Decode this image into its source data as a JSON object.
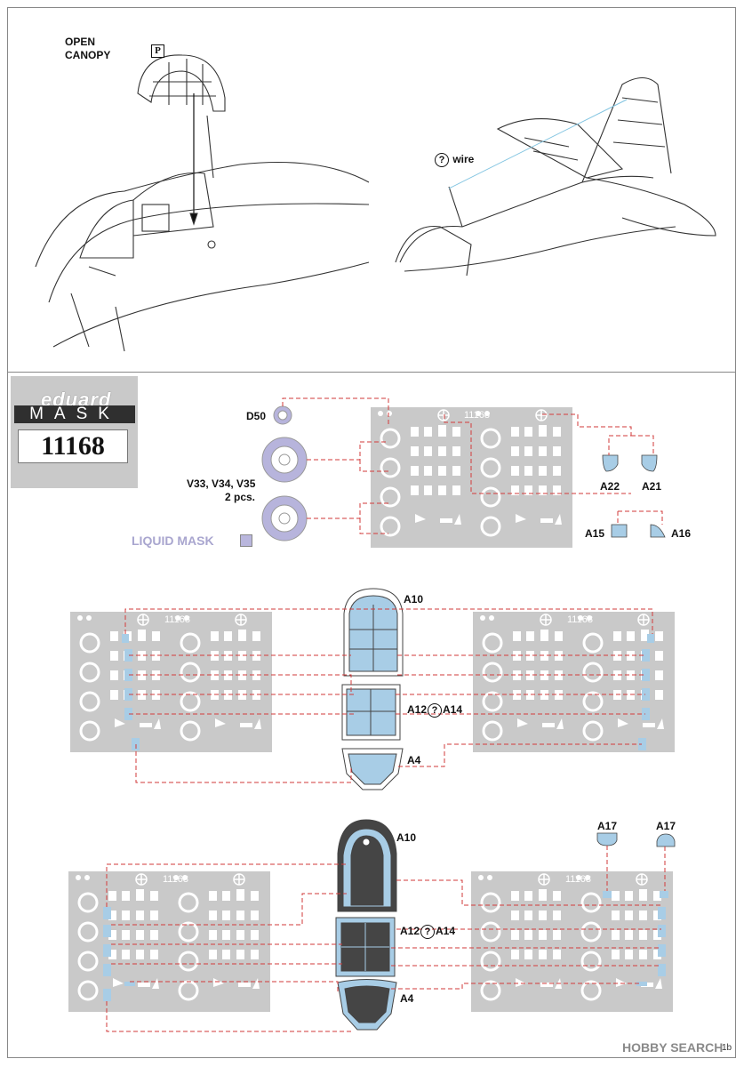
{
  "labels": {
    "open_canopy_1": "OPEN",
    "open_canopy_2": "CANOPY",
    "p_mark": "P",
    "wire": "wire",
    "d50": "D50",
    "v_parts": "V33, V34, V35",
    "pcs": "2 pcs.",
    "liquid_mask": "LIQUID MASK",
    "a22": "A22",
    "a21": "A21",
    "a15": "A15",
    "a16": "A16",
    "a10": "A10",
    "a12": "A12",
    "a14": "A14",
    "a4": "A4",
    "a17": "A17",
    "q": "?",
    "sheet_num": "11168",
    "page_num": "1b"
  },
  "badge": {
    "brand": "eduard",
    "product": "MASK",
    "number": "11168"
  },
  "watermark": "HOBBY SEARCH",
  "colors": {
    "mask_blue": "#a8cde6",
    "sheet_gray": "#c9c9c9",
    "leader_red": "#d23a3a",
    "dark_mask": "#454545"
  }
}
